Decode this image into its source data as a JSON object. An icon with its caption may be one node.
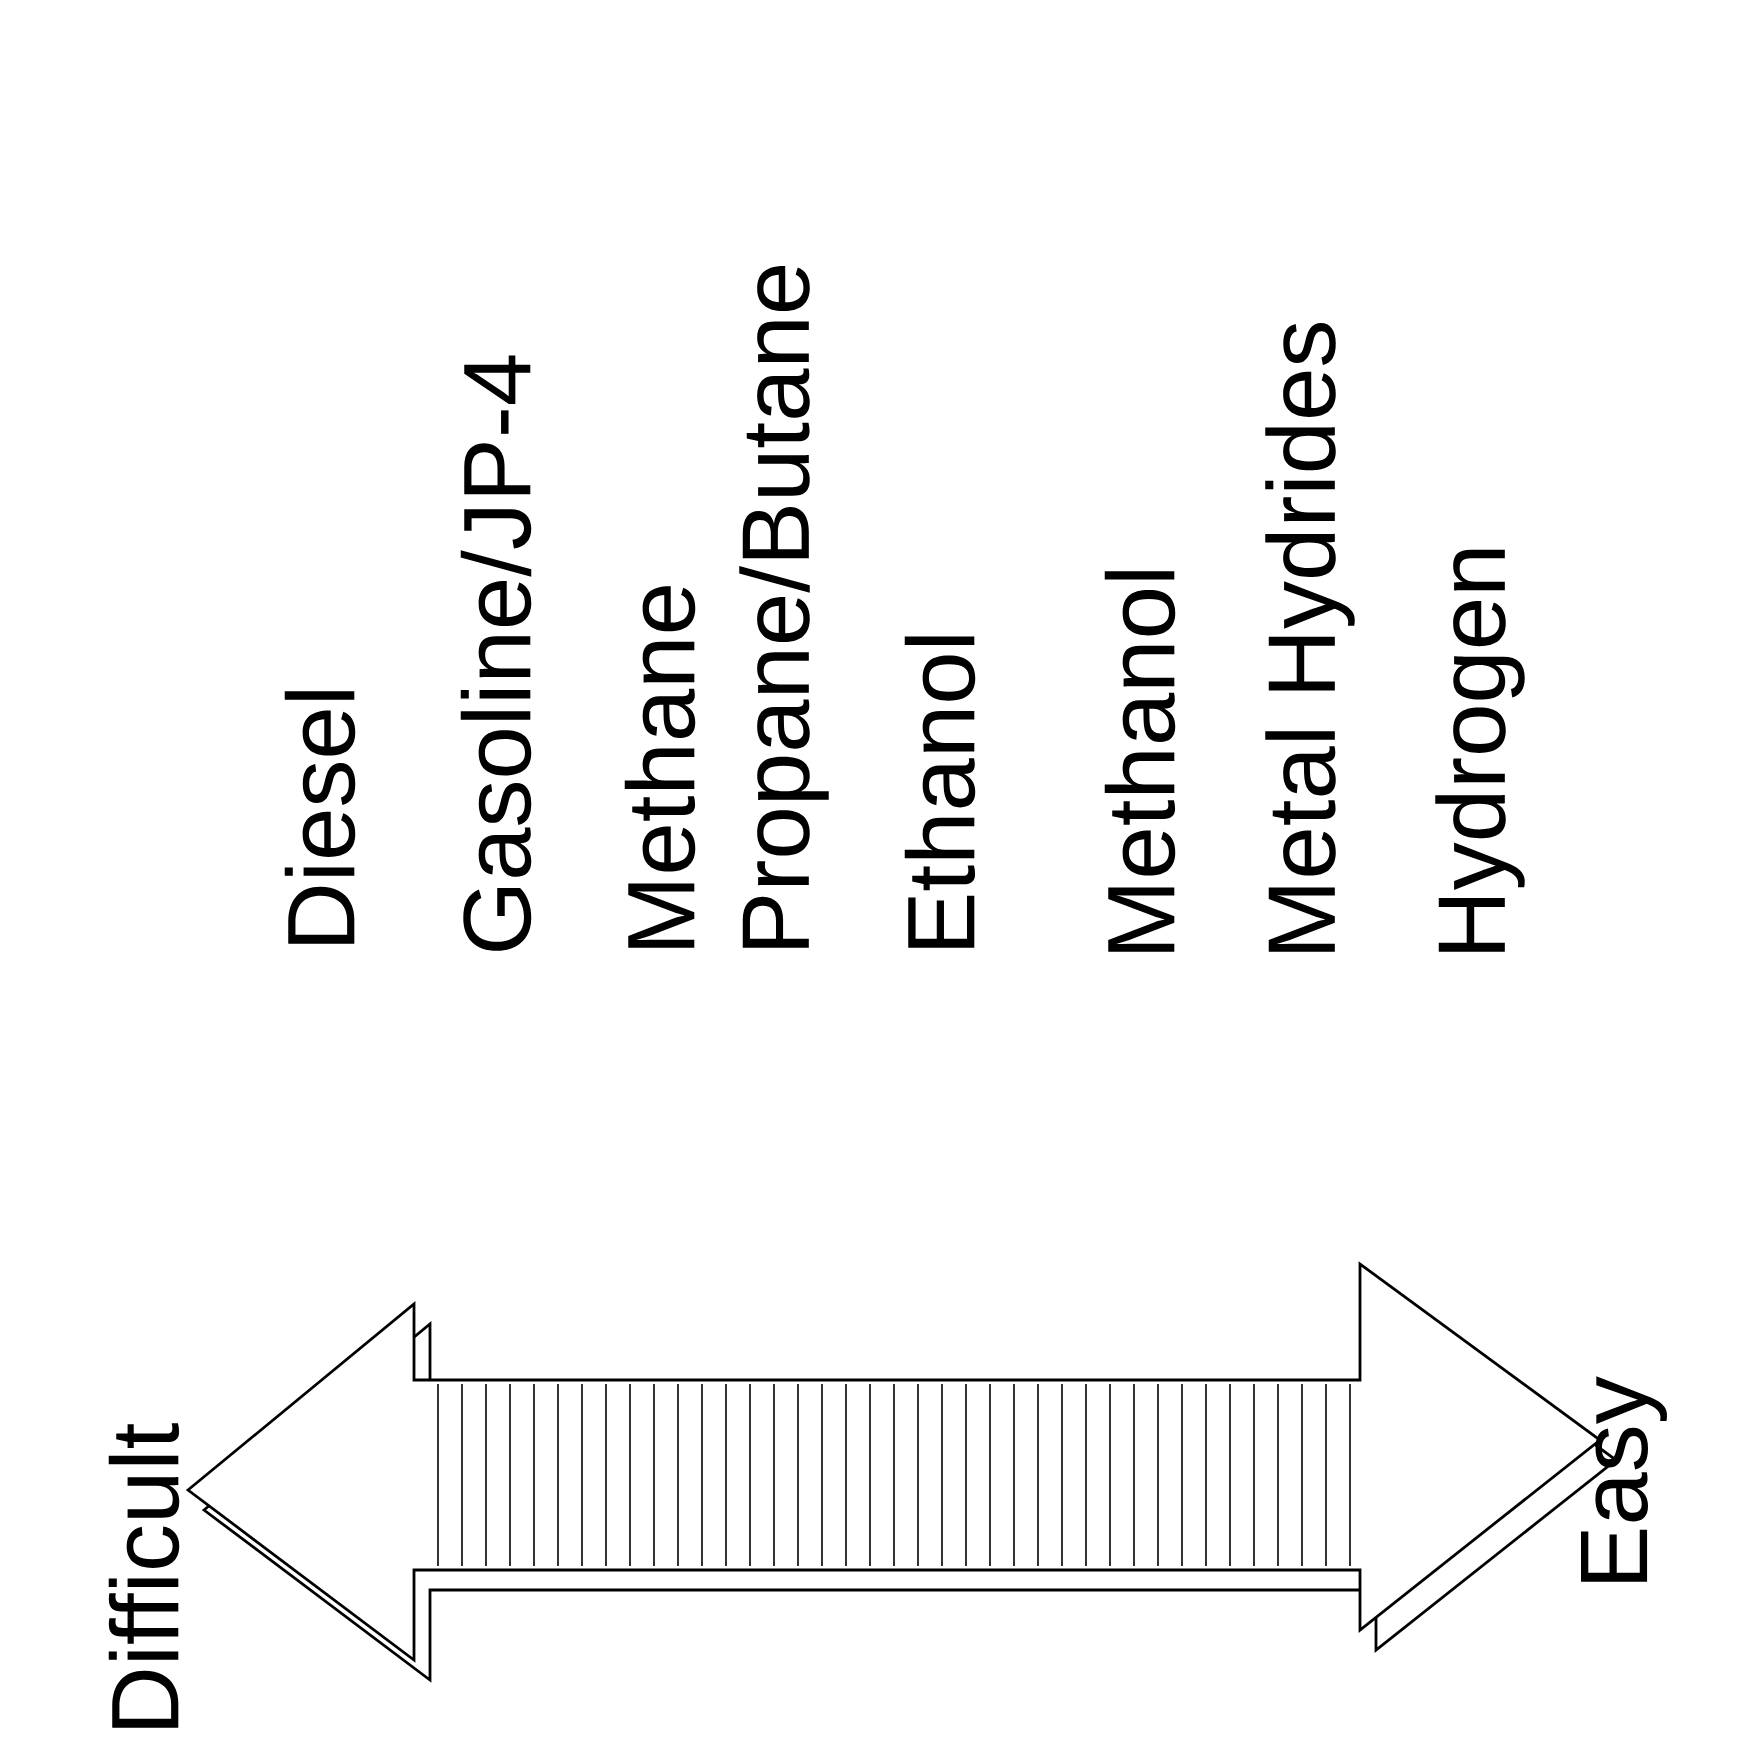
{
  "diagram": {
    "labels": [
      "Difficult",
      "Easy",
      "Diesel",
      "Gasoline/JP-4",
      "Methane",
      "Propane/Butane",
      "Ethanol",
      "Methanol",
      "Metal Hydrides",
      "Hydrogen"
    ]
  }
}
